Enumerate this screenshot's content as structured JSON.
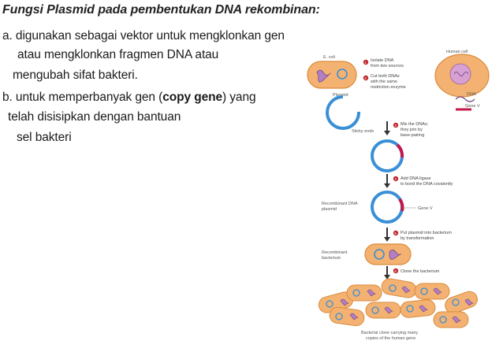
{
  "text": {
    "title": "Fungsi Plasmid pada pembentukan DNA rekombinan:",
    "line_a1": "a. digunakan sebagai vektor untuk mengklonkan gen",
    "line_a2": "atau mengklonkan fragmen DNA atau",
    "line_a3": "mengubah sifat bakteri.",
    "line_b1_pre": "b. untuk memperbanyak gen (",
    "line_b1_bold": "copy gene",
    "line_b1_post": ") yang",
    "line_b2": "telah disisipkan dengan bantuan",
    "line_b3": "sel bakteri"
  },
  "figure": {
    "ecoli_label": "E. coli",
    "plasmid_label": "Plasmid",
    "human_cell_label": "Human cell",
    "dna_label": "DNA",
    "gene_v_label": "Gene V",
    "sticky_ends_label": "Sticky ends",
    "recombinant_plasmid_label_1": "Recombinant DNA",
    "recombinant_plasmid_label_2": "plasmid",
    "gene_v_label_2": "Gene V",
    "recombinant_bacterium_label_1": "Recombinant",
    "recombinant_bacterium_label_2": "bacterium",
    "clone_label_1": "Bacterial clone carrying many",
    "clone_label_2": "copies of the human gene",
    "steps": [
      {
        "num": "1",
        "line1": "Isolate DNA",
        "line2": "from two sources"
      },
      {
        "num": "2",
        "line1": "Cut both DNAs",
        "line2": "with the same",
        "line3": "restriction enzyme"
      },
      {
        "num": "3",
        "line1": "Mix the DNAs;",
        "line2": "they join by",
        "line3": "base-pairing"
      },
      {
        "num": "4",
        "line1": "Add DNA ligase",
        "line2": "to bond the DNA covalently"
      },
      {
        "num": "5",
        "line1": "Put plasmid into bacterium",
        "line2": "by transformation"
      },
      {
        "num": "6",
        "line1": "Clone the bacterium"
      }
    ],
    "colors": {
      "cell_fill": "#f3b271",
      "cell_stroke": "#d98a3c",
      "plasmid_blue": "#3a8fd6",
      "gene_red": "#c4184b",
      "step_badge": "#c0282d",
      "arrow": "#333333"
    }
  }
}
